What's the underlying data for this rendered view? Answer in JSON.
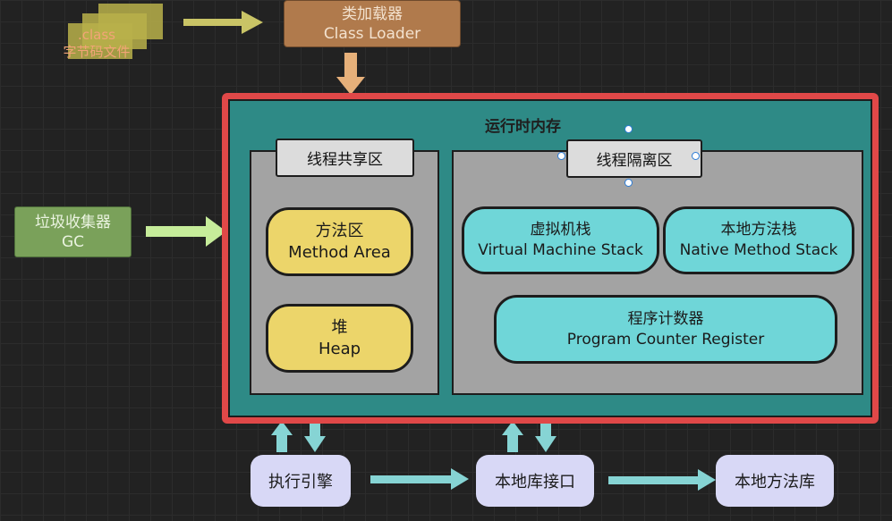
{
  "class_file": {
    "line1": ".class",
    "line2": "字节码文件"
  },
  "class_loader": {
    "line1": "类加载器",
    "line2": "Class Loader"
  },
  "gc": {
    "line1": "垃圾收集器",
    "line2": "GC"
  },
  "runtime": {
    "title": "运行时内存"
  },
  "shared": {
    "label": "线程共享区",
    "method_area": {
      "line1": "方法区",
      "line2": "Method Area"
    },
    "heap": {
      "line1": "堆",
      "line2": "Heap"
    }
  },
  "isolated": {
    "label": "线程隔离区",
    "vm_stack": {
      "line1": "虚拟机栈",
      "line2": "Virtual Machine Stack"
    },
    "native_stack": {
      "line1": "本地方法栈",
      "line2": "Native Method Stack"
    },
    "pc_register": {
      "line1": "程序计数器",
      "line2": "Program Counter Register"
    }
  },
  "bottom": {
    "engine": "执行引擎",
    "native_interface": "本地库接口",
    "native_library": "本地方法库"
  },
  "colors": {
    "background": "#222222",
    "loader": "#b07a4c",
    "gc": "#7aa15a",
    "runtime_border": "#e04848",
    "runtime_fill": "#2e8a86",
    "region": "#a3a3a3",
    "method_heap": "#ecd56a",
    "stack_pc": "#6fd6d8",
    "bottom_node": "#d8d8f6",
    "arrow_loader": "#e6b07a",
    "arrow_class": "#c9c466",
    "arrow_gc": "#c6ec9a",
    "arrow_bottom": "#86d4d4"
  }
}
